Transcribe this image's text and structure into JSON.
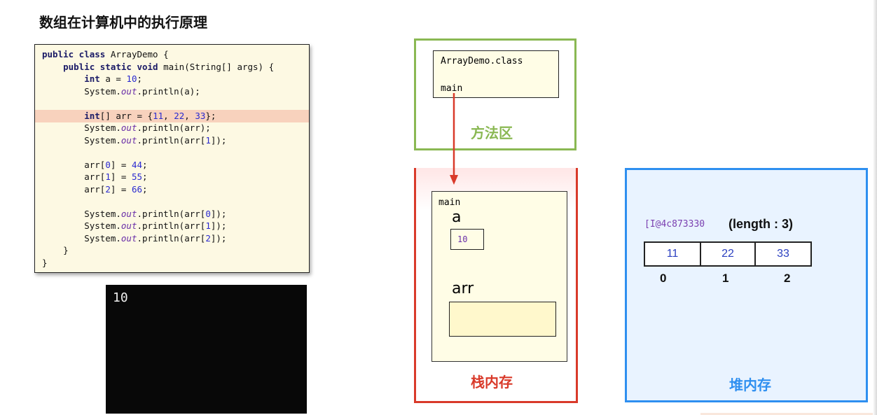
{
  "title": "数组在计算机中的执行原理",
  "code": {
    "lines": [
      [
        {
          "t": "public class ",
          "k": 1
        },
        {
          "t": "ArrayDemo {"
        }
      ],
      [
        {
          "t": "    public static void ",
          "k": 1
        },
        {
          "t": "main(String[] args) {"
        }
      ],
      [
        {
          "t": "        int ",
          "k": 1
        },
        {
          "t": "a = "
        },
        {
          "t": "10",
          "n": 1
        },
        {
          "t": ";"
        }
      ],
      [
        {
          "t": "        System."
        },
        {
          "t": "out",
          "i": 1
        },
        {
          "t": ".println(a);"
        }
      ],
      [],
      [
        {
          "t": "        int",
          "k": 1
        },
        {
          "t": "[] arr = {"
        },
        {
          "t": "11",
          "n": 1
        },
        {
          "t": ", "
        },
        {
          "t": "22",
          "n": 1
        },
        {
          "t": ", "
        },
        {
          "t": "33",
          "n": 1
        },
        {
          "t": "};"
        }
      ],
      [
        {
          "t": "        System."
        },
        {
          "t": "out",
          "i": 1
        },
        {
          "t": ".println(arr);"
        }
      ],
      [
        {
          "t": "        System."
        },
        {
          "t": "out",
          "i": 1
        },
        {
          "t": ".println(arr["
        },
        {
          "t": "1",
          "n": 1
        },
        {
          "t": "]);"
        }
      ],
      [],
      [
        {
          "t": "        arr["
        },
        {
          "t": "0",
          "n": 1
        },
        {
          "t": "] = "
        },
        {
          "t": "44",
          "n": 1
        },
        {
          "t": ";"
        }
      ],
      [
        {
          "t": "        arr["
        },
        {
          "t": "1",
          "n": 1
        },
        {
          "t": "] = "
        },
        {
          "t": "55",
          "n": 1
        },
        {
          "t": ";"
        }
      ],
      [
        {
          "t": "        arr["
        },
        {
          "t": "2",
          "n": 1
        },
        {
          "t": "] = "
        },
        {
          "t": "66",
          "n": 1
        },
        {
          "t": ";"
        }
      ],
      [],
      [
        {
          "t": "        System."
        },
        {
          "t": "out",
          "i": 1
        },
        {
          "t": ".println(arr["
        },
        {
          "t": "0",
          "n": 1
        },
        {
          "t": "]);"
        }
      ],
      [
        {
          "t": "        System."
        },
        {
          "t": "out",
          "i": 1
        },
        {
          "t": ".println(arr["
        },
        {
          "t": "1",
          "n": 1
        },
        {
          "t": "]);"
        }
      ],
      [
        {
          "t": "        System."
        },
        {
          "t": "out",
          "i": 1
        },
        {
          "t": ".println(arr["
        },
        {
          "t": "2",
          "n": 1
        },
        {
          "t": "]);"
        }
      ],
      [
        {
          "t": "    }"
        }
      ],
      [
        {
          "t": "}"
        }
      ]
    ],
    "highlight_line": 5
  },
  "console": {
    "output": "10"
  },
  "method_area": {
    "class_name": "ArrayDemo.class",
    "method": "main",
    "label": "方法区"
  },
  "stack": {
    "label": "栈内存",
    "frame_name": "main",
    "var_a": "a",
    "var_a_value": "10",
    "var_arr": "arr"
  },
  "heap": {
    "label": "堆内存",
    "address": "[I@4c873330",
    "length_label": "(length : 3)",
    "cells": [
      "11",
      "22",
      "33"
    ],
    "indices": [
      "0",
      "1",
      "2"
    ]
  },
  "colors": {
    "method_area": "#8ab853",
    "stack": "#d93a2a",
    "heap": "#2e8ff0",
    "arrow": "#d93a2a"
  }
}
